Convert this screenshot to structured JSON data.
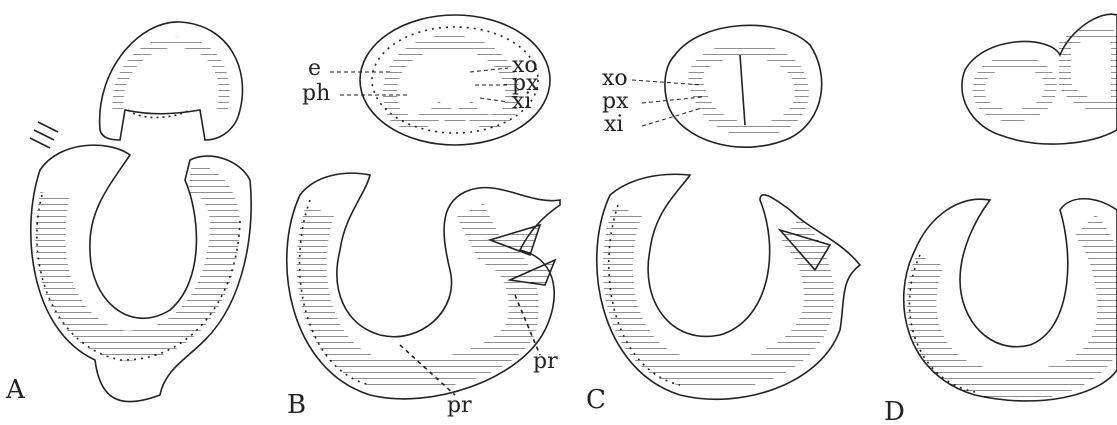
{
  "panels": [
    {
      "id": "A",
      "label": "A"
    },
    {
      "id": "B",
      "label": "B"
    },
    {
      "id": "C",
      "label": "C"
    },
    {
      "id": "D",
      "label": "D"
    }
  ],
  "labels": {
    "e": "e",
    "ph": "ph",
    "xo": "xo",
    "px": "px",
    "xi": "xi",
    "pr": "pr"
  },
  "colors": {
    "ink": "#222222",
    "paper": "#ffffff"
  }
}
